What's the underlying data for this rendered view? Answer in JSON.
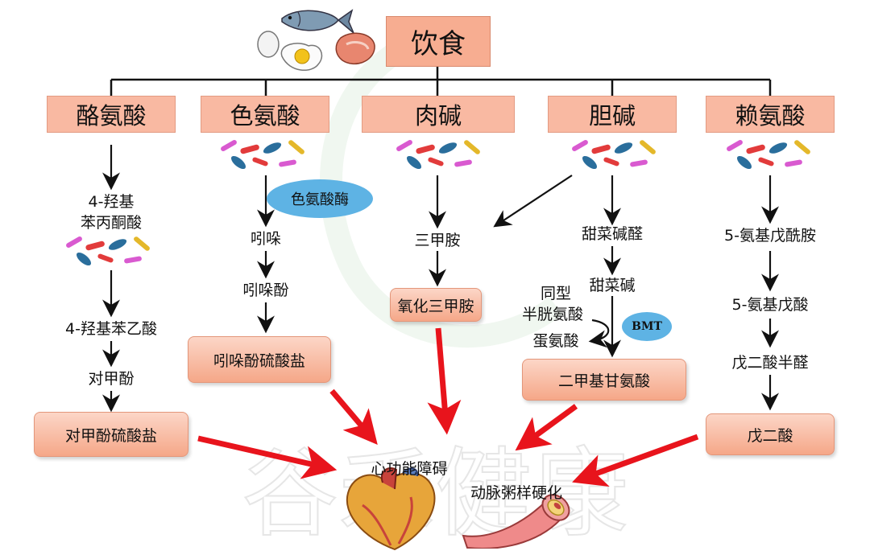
{
  "top_box": {
    "label": "饮食"
  },
  "categories": [
    {
      "label": "酪氨酸"
    },
    {
      "label": "色氨酸"
    },
    {
      "label": "肉碱"
    },
    {
      "label": "胆碱"
    },
    {
      "label": "赖氨酸"
    }
  ],
  "tyrosine_path": {
    "step1_line1": "4-羟基",
    "step1_line2": "苯丙酮酸",
    "step2": "4-羟基苯乙酸",
    "step3": "对甲酚",
    "end": "对甲酚硫酸盐"
  },
  "tryptophan_path": {
    "enzyme": "色氨酸酶",
    "step1": "吲哚",
    "step2": "吲哚酚",
    "end": "吲哚酚硫酸盐"
  },
  "carnitine_path": {
    "step1": "三甲胺",
    "end": "氧化三甲胺"
  },
  "choline_path": {
    "step1": "甜菜碱醛",
    "step2": "甜菜碱",
    "side_line1": "同型",
    "side_line2": "半胱氨酸",
    "side_out": "蛋氨酸",
    "enzyme": "BMT",
    "end": "二甲基甘氨酸"
  },
  "lysine_path": {
    "step1": "5-氨基戊酰胺",
    "step2": "5-氨基戊酸",
    "step3": "戊二酸半醛",
    "end": "戊二酸"
  },
  "outcomes": {
    "heart": "心功能障碍",
    "artery": "动脉粥样硬化"
  },
  "watermark": "谷禾健康",
  "colors": {
    "box_fill": "#f9b9a2",
    "enzyme_fill": "#5eb3e4",
    "red_arrow": "#e8141c",
    "black_arrow": "#111111"
  },
  "icons": [
    "fish-icon",
    "egg-icon",
    "fried-egg-icon",
    "meat-icon",
    "bacteria-icon",
    "heart-icon",
    "artery-icon"
  ]
}
